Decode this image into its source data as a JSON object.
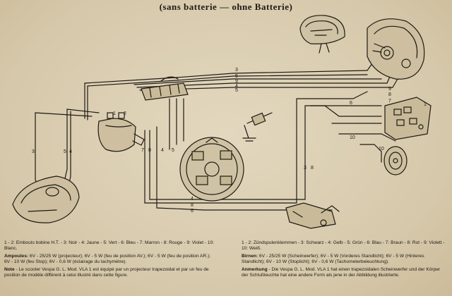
{
  "subtitle": "(sans batterie — ohne Batterie)",
  "wire_numbers": [
    "1",
    "2",
    "3",
    "4",
    "5",
    "6",
    "7",
    "8",
    "9",
    "10"
  ],
  "legend_fr": {
    "colors": "1 - 2: Embouts bobine H.T. - 3: Noir - 4: Jaune - 5: Vert - 6: Bleu - 7: Marron - 8: Rouge - 9: Violet - 10: Blanc.",
    "ampoules_label": "Ampoules:",
    "ampoules_text": " 6V - 25/25 W (projecteur); 6V - 5 W (feu de position AV.); 6V - 5 W (feu de position AR.); 6V - 10 W (feu Stop); 6V - 0,6 W (éclairage du tachymètre).",
    "note_label": "Note",
    "note_text": " - Le scooter Vespa G. L. Mod. VLA 1 est équipé par un projecteur trapezoidal et par un feu de position de modèle différent à celui illustré dans cette figure."
  },
  "legend_de": {
    "colors": "1 - 2: Zündspulenklemmen - 3: Schwarz - 4: Gelb - 5: Grün - 6: Blau - 7: Braun - 8: Rot - 9: Violett - 10: Weiß.",
    "birnen_label": "Birnen:",
    "birnen_text": " 6V - 25/25 W (Scheinwerfer); 6V - 5 W (Vorderes Standlicht); 6V - 5 W (Hinteres Standlicht); 6V - 10 W (Stoplicht); 6V - 0,6 W (Tachometerbeleuchtung).",
    "anmerkung_label": "Anmerkung",
    "anmerkung_text": " - Die Vespa G. L. Mod. VLA 1 hat einen trapezoidalen Scheinwerfer und der Körper der Schlußleuchte hat eine andere Form als jene in der Abbildung illustrierte."
  }
}
